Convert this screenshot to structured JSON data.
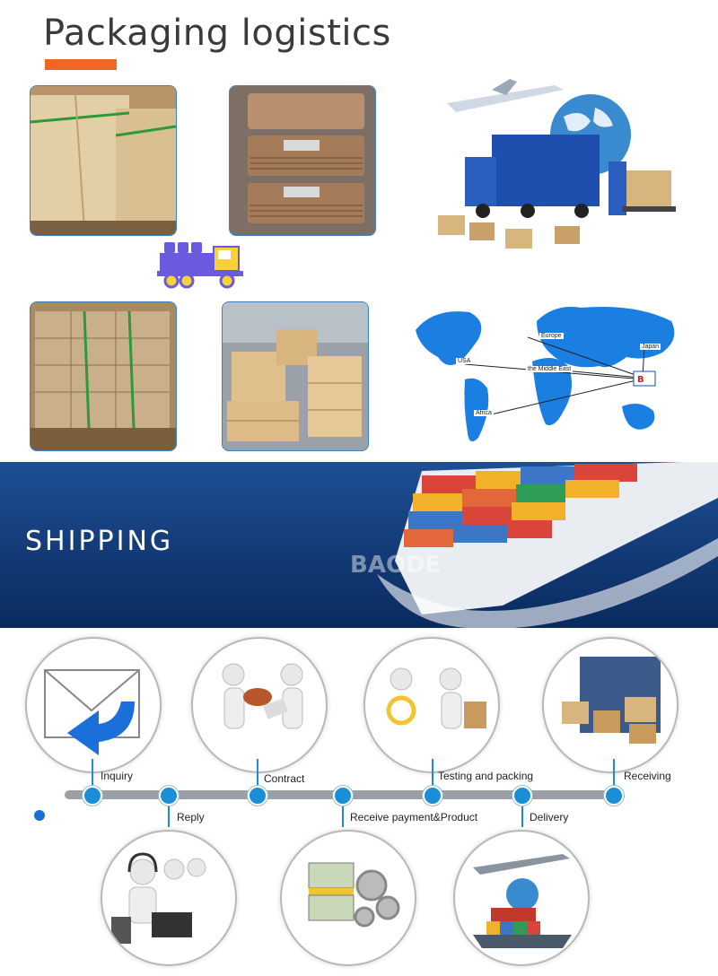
{
  "header": {
    "title": "Packaging logistics"
  },
  "map": {
    "labels": [
      "Europe",
      "USA",
      "the Middle East",
      "Japan",
      "Africa"
    ]
  },
  "shipping": {
    "title": "SHIPPING",
    "watermark": "BAODE"
  },
  "process": {
    "steps_top": [
      "Inquiry",
      "Contract",
      "Testing and packing",
      "Receiving"
    ],
    "steps_bottom": [
      "Reply",
      "Receive payment&Product",
      "Delivery"
    ]
  },
  "colors": {
    "accent": "#f26522",
    "timeline_dot": "#1a8fd8",
    "ocean": "#0d3a78",
    "map_blue": "#1a7fe0"
  }
}
